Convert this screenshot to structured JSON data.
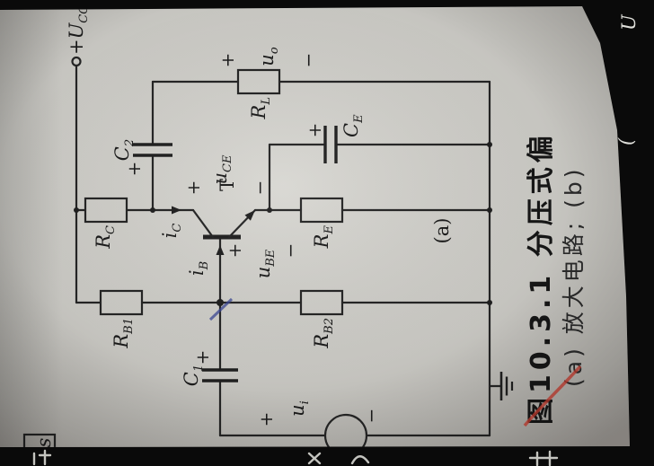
{
  "photo": {
    "background": "#0a0a0a",
    "paper_light": "#d8d7d2",
    "paper_dark": "#a8a5a0",
    "ink": "#222222",
    "red_mark": "#b0372c",
    "blue_mark": "#3a4690",
    "fragment_color": "#d9d9d4"
  },
  "circuit": {
    "labels": {
      "ucc": {
        "main": "+U",
        "sub": "CC"
      },
      "rc": {
        "main": "R",
        "sub": "C"
      },
      "rb1": {
        "main": "R",
        "sub": "B1"
      },
      "rb2": {
        "main": "R",
        "sub": "B2"
      },
      "re": {
        "main": "R",
        "sub": "E"
      },
      "rl": {
        "main": "R",
        "sub": "L"
      },
      "c1": {
        "main": "C",
        "sub": "1"
      },
      "c2": {
        "main": "C",
        "sub": "2"
      },
      "ce": {
        "main": "C",
        "sub": "E"
      },
      "ib": {
        "main": "i",
        "sub": "B"
      },
      "ic": {
        "main": "i",
        "sub": "C"
      },
      "ube": {
        "main": "u",
        "sub": "BE"
      },
      "uce": {
        "main": "u",
        "sub": "CE"
      },
      "ui": {
        "main": "u",
        "sub": "i"
      },
      "uo": {
        "main": "u",
        "sub": "o"
      },
      "transistor": "T",
      "plus": "+",
      "minus": "−",
      "sub_figure": "(a)",
      "fragment_s": "s"
    }
  },
  "caption": {
    "line1": "图10.3.1 分压式偏",
    "line2": "(a) 放大电路; (b)"
  },
  "edge_text": {
    "right_top": "U",
    "right_mid": "("
  }
}
